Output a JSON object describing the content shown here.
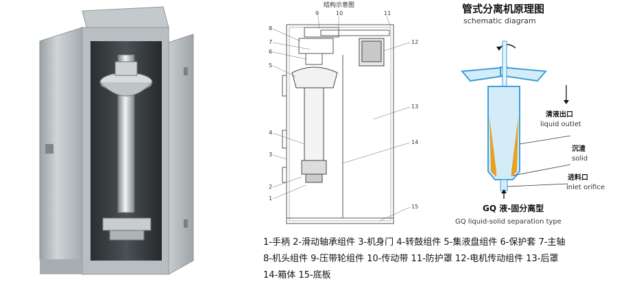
{
  "structure": {
    "caption": "结构示意图",
    "numbers": [
      "1",
      "2",
      "3",
      "4",
      "5",
      "6",
      "7",
      "8",
      "9",
      "10",
      "11",
      "12",
      "13",
      "14",
      "15"
    ]
  },
  "schematic": {
    "title_cn": "管式分离机原理图",
    "title_en": "schematic diagram",
    "outlet_cn": "清液出口",
    "outlet_en": "liquid outlet",
    "solid_cn": "沉渣",
    "solid_en": "solid",
    "inlet_cn": "进料口",
    "inlet_en": "inlet orifice",
    "type_cn": "GQ 液-固分离型",
    "type_en": "GQ liquid-solid separation type"
  },
  "legend": {
    "line1": "1-手柄 2-滑动轴承组件 3-机身门 4-转鼓组件 5-集液盘组件 6-保护套 7-主轴",
    "line2": "8-机头组件 9-压带轮组件 10-传动带 11-防护罩 12-电机传动组件 13-后罩",
    "line3": "14-箱体 15-底板"
  },
  "colors": {
    "cabinet": "#b8bec2",
    "interior": "#3a3f42",
    "bowl_fill": "#d4ecf8",
    "bowl_stroke": "#3aa0d8",
    "sediment": "#e8a020"
  }
}
